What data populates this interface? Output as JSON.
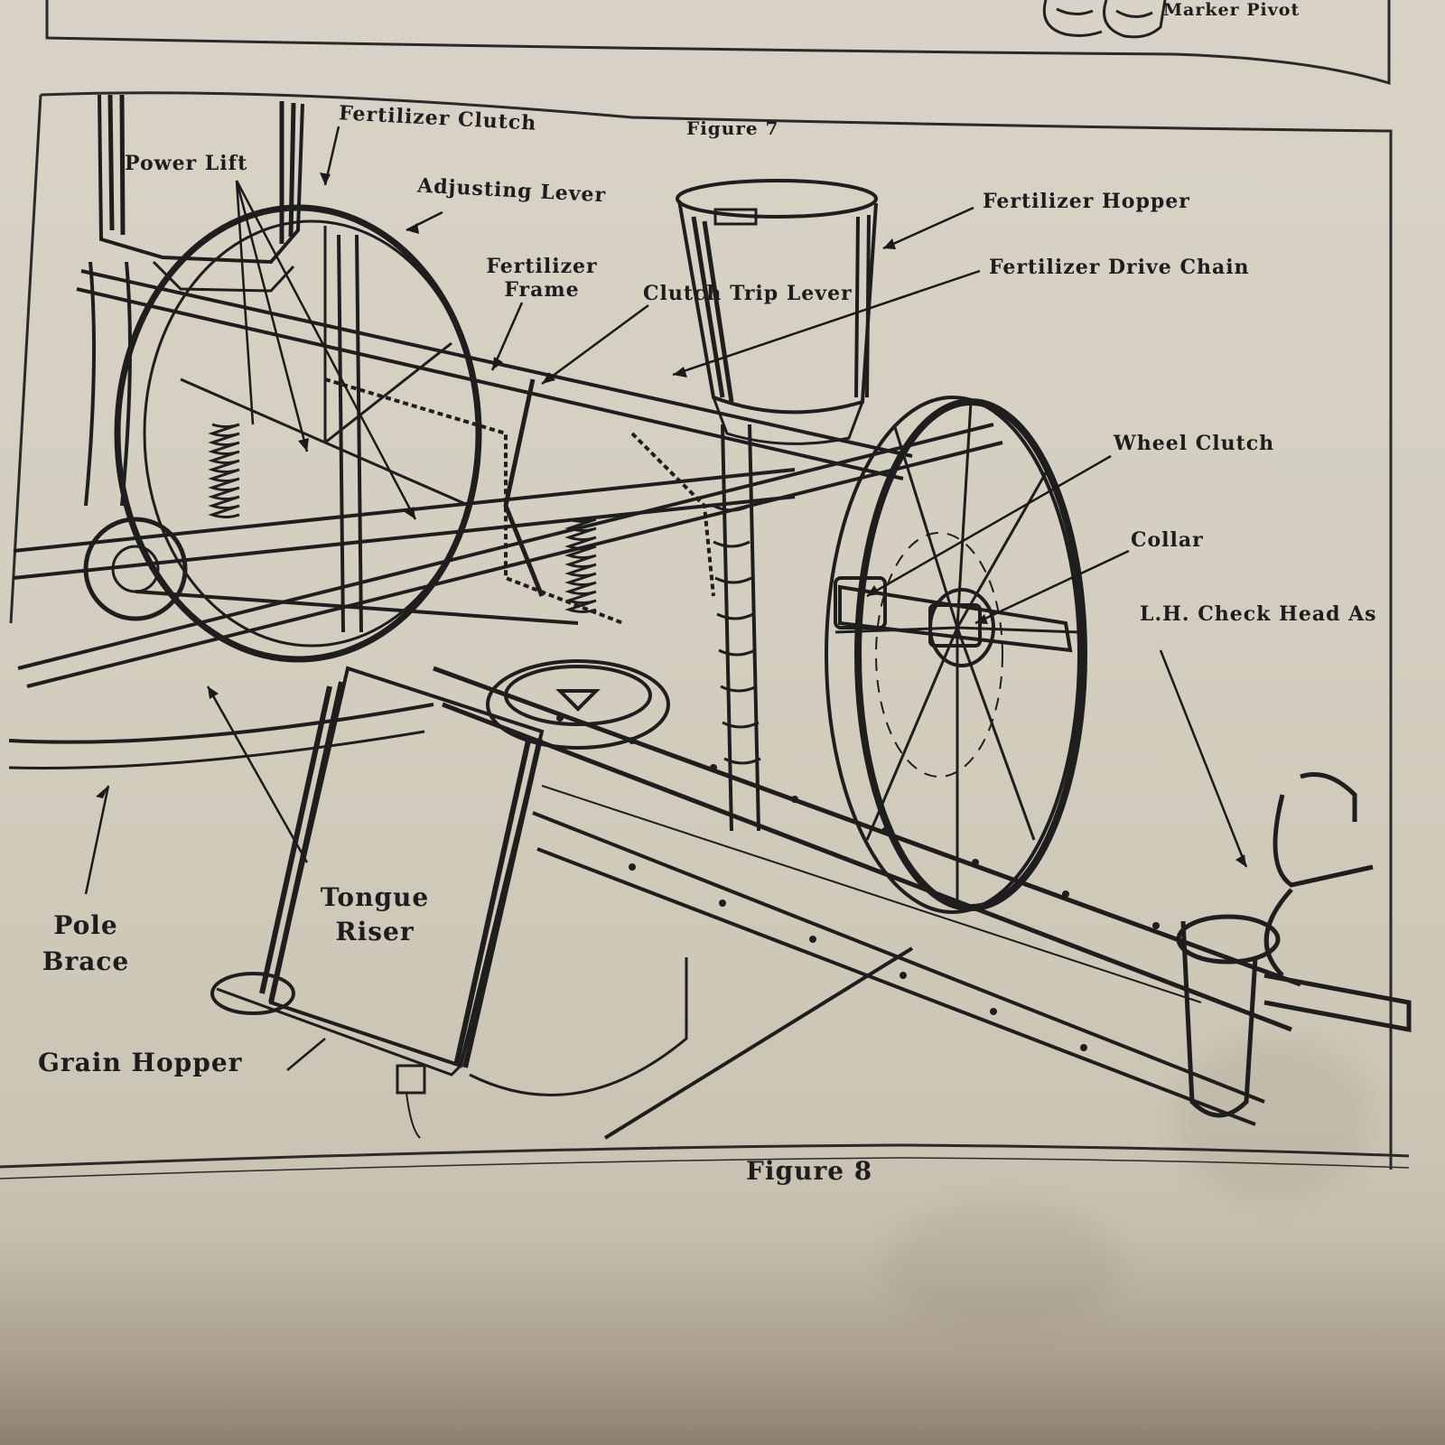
{
  "figure7": {
    "title": "Figure 7",
    "partial_label": "Marker Pivot"
  },
  "figure8": {
    "title": "Figure 8",
    "labels": {
      "fertilizer_clutch": "Fertilizer Clutch",
      "power_lift": "Power Lift",
      "adjusting_lever": "Adjusting Lever",
      "fertilizer_frame_1": "Fertilizer",
      "fertilizer_frame_2": "Frame",
      "clutch_trip_lever": "Clutch Trip Lever",
      "fertilizer_hopper": "Fertilizer Hopper",
      "fertilizer_drive_chain": "Fertilizer Drive Chain",
      "wheel_clutch": "Wheel Clutch",
      "collar": "Collar",
      "lh_check_head": "L.H. Check Head As",
      "pole_brace_1": "Pole",
      "pole_brace_2": "Brace",
      "tongue_riser_1": "Tongue",
      "tongue_riser_2": "Riser",
      "grain_hopper": "Grain Hopper"
    }
  },
  "colors": {
    "paper": "#d6d1c4",
    "ink": "#1d1d1d",
    "background": "#6e5f4f"
  }
}
